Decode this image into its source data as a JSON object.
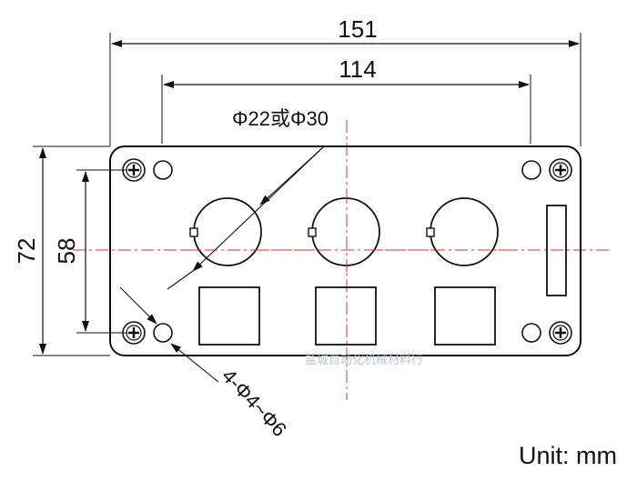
{
  "drawing": {
    "dimensions": {
      "overall_width": "151",
      "hole_spacing": "114",
      "overall_height": "72",
      "hole_height": "58",
      "button_hole": "Φ22或Φ30",
      "mount_holes": "4-Φ4~Φ6"
    },
    "unit_label": "Unit: mm",
    "watermark": "盐城自动化机械材料行"
  },
  "colors": {
    "line": "#111111",
    "centerline": "#e03030",
    "watermark": "#b9c6d6"
  }
}
